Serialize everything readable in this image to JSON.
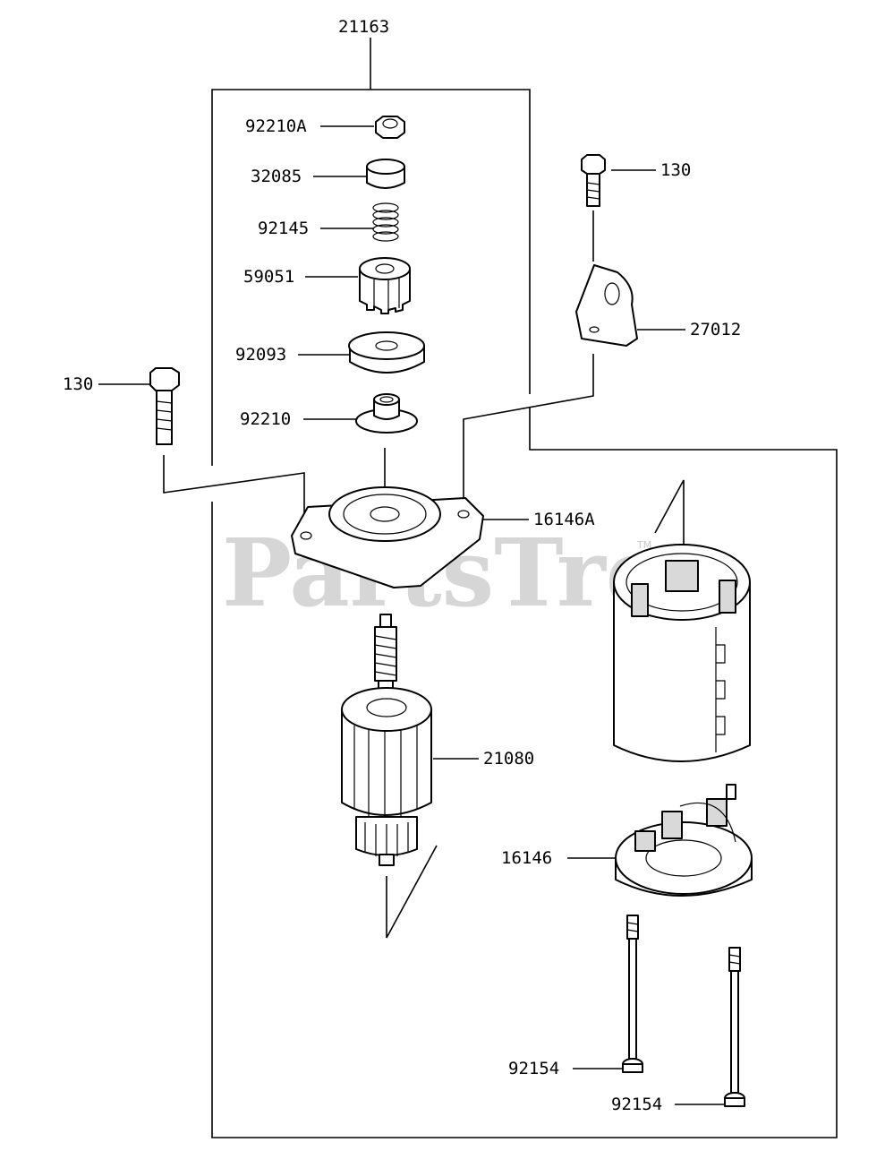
{
  "diagram": {
    "watermark": "PartsTree",
    "watermark_mark": "TM",
    "callouts": [
      {
        "id": "assembly",
        "label": "21163"
      },
      {
        "id": "nut",
        "label": "92210A"
      },
      {
        "id": "cap",
        "label": "32085"
      },
      {
        "id": "spring",
        "label": "92145"
      },
      {
        "id": "pinion",
        "label": "59051"
      },
      {
        "id": "washer",
        "label": "92093"
      },
      {
        "id": "clutch-nut",
        "label": "92210"
      },
      {
        "id": "bolt-right",
        "label": "130"
      },
      {
        "id": "bracket",
        "label": "27012"
      },
      {
        "id": "bolt-left",
        "label": "130"
      },
      {
        "id": "end-cap-top",
        "label": "16146A"
      },
      {
        "id": "armature",
        "label": "21080"
      },
      {
        "id": "brush-holder",
        "label": "16146"
      },
      {
        "id": "through-bolt-1",
        "label": "92154"
      },
      {
        "id": "through-bolt-2",
        "label": "92154"
      }
    ]
  }
}
